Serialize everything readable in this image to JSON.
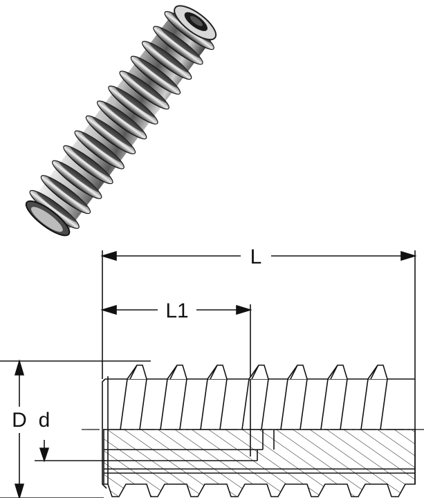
{
  "dimensions": {
    "overall_length": "L",
    "thread_length": "L1",
    "outer_diameter": "D",
    "inner_diameter": "d"
  },
  "colors": {
    "line": "#111111",
    "metal_light": "#e6e6e6",
    "metal_mid": "#9a9a9a",
    "metal_dark": "#2a2a2a",
    "background": "#ffffff"
  }
}
